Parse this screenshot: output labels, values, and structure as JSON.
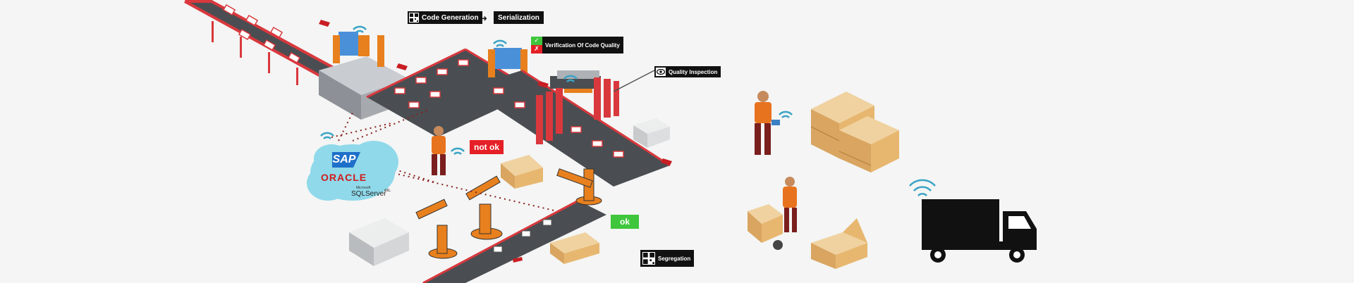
{
  "labels": {
    "code_generation": "Code Generation",
    "serialization": "Serialization",
    "verification": "Verification Of Code Quality",
    "quality_inspection": "Quality Inspection",
    "segregation": "Segregation",
    "not_ok": "not ok",
    "ok": "ok"
  },
  "cloud": {
    "sap": "SAP",
    "oracle": "ORACLE",
    "microsoft": "Microsoft",
    "sql_server": "SQLServer",
    "etc": "etc."
  },
  "verify_marks": {
    "check": "✓",
    "cross": "✗"
  },
  "colors": {
    "conveyor": "#4a4e52",
    "conveyor_rail": "#d9383d",
    "robot": "#e8801e",
    "machine_blue": "#4a90d9",
    "cloud": "#8fd9ea",
    "not_ok_red": "#e51f26",
    "ok_green": "#3fc63c",
    "box": "#e7b770",
    "truck": "#111111",
    "label_bg": "#111111"
  },
  "icons": [
    "qr-code-icon",
    "arrow-right-icon",
    "check-icon",
    "cross-icon",
    "eye-inspection-icon",
    "wifi-icon",
    "truck-icon"
  ]
}
